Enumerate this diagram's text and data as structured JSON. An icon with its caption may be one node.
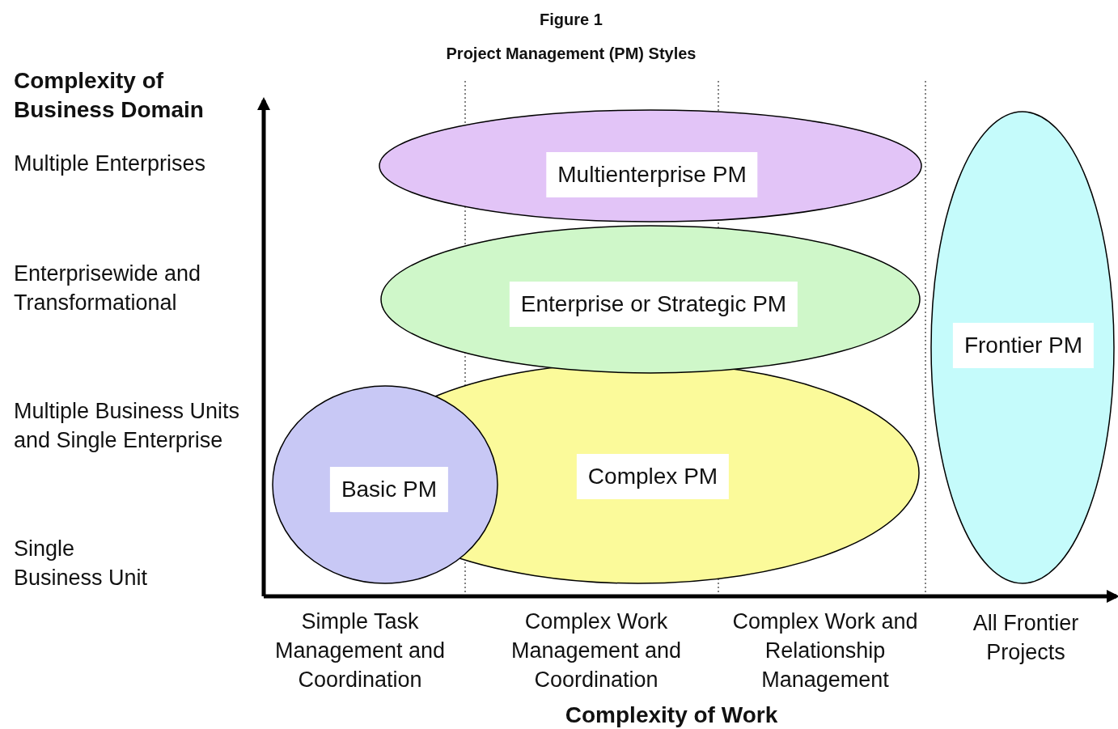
{
  "diagram": {
    "title": "Project Management (PM) Styles",
    "nodes": [
      {
        "text": [
          "Multienterprise PM"
        ]
      },
      {
        "text": [
          "Enterprise or Strategic PM"
        ]
      },
      {
        "text": [
          "Complex PM"
        ]
      },
      {
        "text": [
          "Basic PM"
        ]
      },
      {
        "text": [
          "Frontier PM"
        ]
      }
    ],
    "labels": [
      "Figure 1",
      "Complexity of Business Domain",
      "Multiple Enterprises",
      "Enterprisewide and Transformational",
      "Multiple Business Units and Single Enterprise",
      "Single Business Unit",
      "Simple Task Management and Coordination",
      "Complex Work Management and Coordination",
      "Complex Work and Relationship Management",
      "All Frontier Projects",
      "Complexity of Work"
    ]
  }
}
